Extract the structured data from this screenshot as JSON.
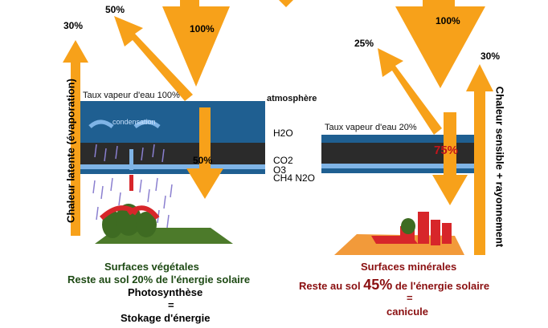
{
  "colors": {
    "arrow_orange": "#f7a11a",
    "atmosphere_blue": "#1f5f91",
    "dark_band": "#2b2b2b",
    "light_band": "#7fb4e6",
    "ground_green": "#4c7a2a",
    "ground_orange": "#f29a3a",
    "building_red": "#d7262a",
    "vegetal_text": "#1e4a14",
    "mineral_text": "#8a0f10"
  },
  "left": {
    "side_label": "Chaleur latente (évaporation)",
    "pct_latent": "30%",
    "pct_reflected": "50%",
    "pct_incoming": "100%",
    "pct_to_ground": "50%",
    "vapour": "Taux vapeur d'eau 100%",
    "condensation": "condensation",
    "caption": {
      "line1": "Surfaces végétales",
      "line2": "Reste au sol 20% de l'énergie solaire",
      "line3": "Photosynthèse",
      "line4": "=",
      "line5": "Stokage d'énergie"
    }
  },
  "middle": {
    "atmosphere": "atmosphère",
    "gas1": "H2O",
    "gas2": "CO2",
    "gas3": "O3",
    "gas4": "CH4 N2O"
  },
  "right": {
    "side_label": "Chaleur sensible + rayonnement",
    "pct_sensible": "30%",
    "pct_reflected": "25%",
    "pct_incoming": "100%",
    "pct_absorbed": "75%",
    "vapour": "Taux vapeur d'eau 20%",
    "caption": {
      "line1": "Surfaces minérales",
      "line2_pre": "Reste au sol ",
      "line2_big": "45%",
      "line2_post": " de l'énergie solaire",
      "line3": "=",
      "line4": "canicule"
    }
  }
}
